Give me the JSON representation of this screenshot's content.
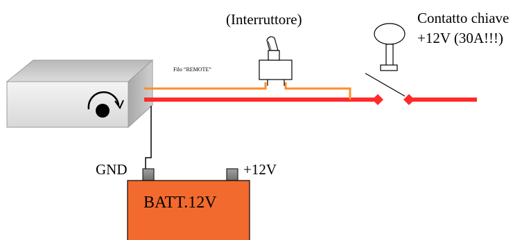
{
  "labels": {
    "switch": "(Interruttore)",
    "key_line1": "Contatto chiave",
    "key_line2": "+12V (30A!!!)",
    "remote_wire": "Filo “REMOTE”",
    "gnd": "GND",
    "plus12": "+12V",
    "battery": "BATT.12V"
  },
  "colors": {
    "red_wire": "#ff2a2a",
    "orange_wire": "#ff8c2a",
    "battery_fill": "#f26a2e",
    "box_top": "#cfcfcf",
    "box_front": "#ececec",
    "terminal": "#888888"
  }
}
